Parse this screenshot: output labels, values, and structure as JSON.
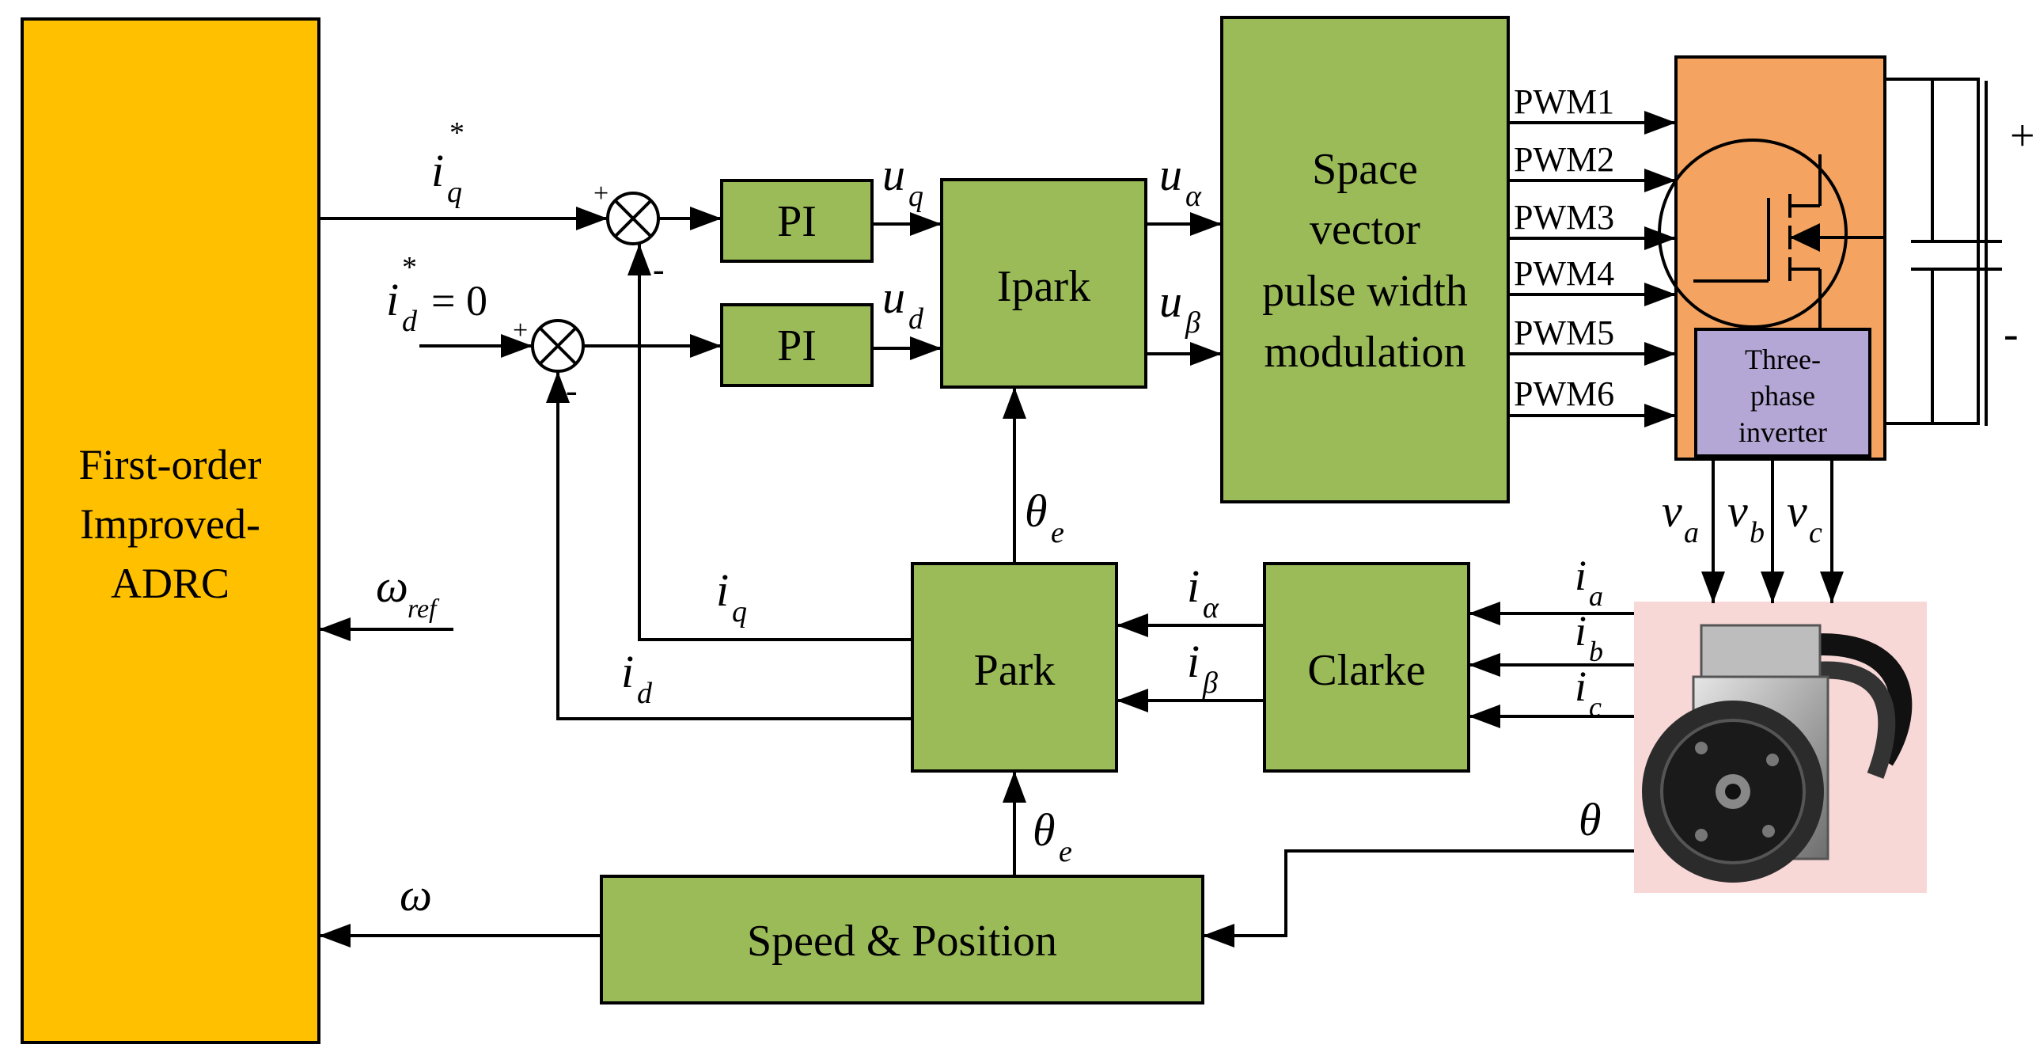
{
  "colors": {
    "adrc_fill": "#FFC000",
    "block_fill": "#9BBB59",
    "inverter_fill": "#F4A460",
    "inverter_label_fill": "#B4A7D6",
    "motor_bg": "#F8D7D7"
  },
  "blocks": {
    "adrc": "First-order Improved-ADRC",
    "adrc_lines": [
      "First-order",
      "Improved-",
      "ADRC"
    ],
    "pi_q": "PI",
    "pi_d": "PI",
    "ipark": "Ipark",
    "svpwm_lines": [
      "Space",
      "vector",
      "pulse width",
      "modulation"
    ],
    "park": "Park",
    "clarke": "Clarke",
    "speed_position": "Speed & Position",
    "inverter_lines": [
      "Three-",
      "phase",
      "inverter"
    ]
  },
  "signals": {
    "iq_ref": {
      "base": "i",
      "sub": "q",
      "sup": "*"
    },
    "id_ref": {
      "base": "i",
      "sub": "d",
      "sup": "*",
      "suffix": "= 0"
    },
    "uq": {
      "base": "u",
      "sub": "q"
    },
    "ud": {
      "base": "u",
      "sub": "d"
    },
    "ualpha": {
      "base": "u",
      "sub": "α"
    },
    "ubeta": {
      "base": "u",
      "sub": "β"
    },
    "theta_e_top": {
      "base": "θ",
      "sub": "e"
    },
    "theta_e_bottom": {
      "base": "θ",
      "sub": "e"
    },
    "omega_ref": {
      "base": "ω",
      "sub": "ref"
    },
    "omega": {
      "base": "ω"
    },
    "iq": {
      "base": "i",
      "sub": "q"
    },
    "id": {
      "base": "i",
      "sub": "d"
    },
    "ialpha": {
      "base": "i",
      "sub": "α"
    },
    "ibeta": {
      "base": "i",
      "sub": "β"
    },
    "ia": {
      "base": "i",
      "sub": "a"
    },
    "ib": {
      "base": "i",
      "sub": "b"
    },
    "ic": {
      "base": "i",
      "sub": "c"
    },
    "va": {
      "base": "v",
      "sub": "a"
    },
    "vb": {
      "base": "v",
      "sub": "b"
    },
    "vc": {
      "base": "v",
      "sub": "c"
    },
    "theta": {
      "base": "θ"
    }
  },
  "pwm": [
    "PWM1",
    "PWM2",
    "PWM3",
    "PWM4",
    "PWM5",
    "PWM6"
  ],
  "signs": {
    "plus": "+",
    "minus": "-"
  },
  "dc_bus": {
    "plus": "+",
    "minus": "-"
  },
  "icons": [
    "summing-junction-icon",
    "mosfet-icon",
    "capacitor-icon",
    "servo-motor-icon"
  ]
}
